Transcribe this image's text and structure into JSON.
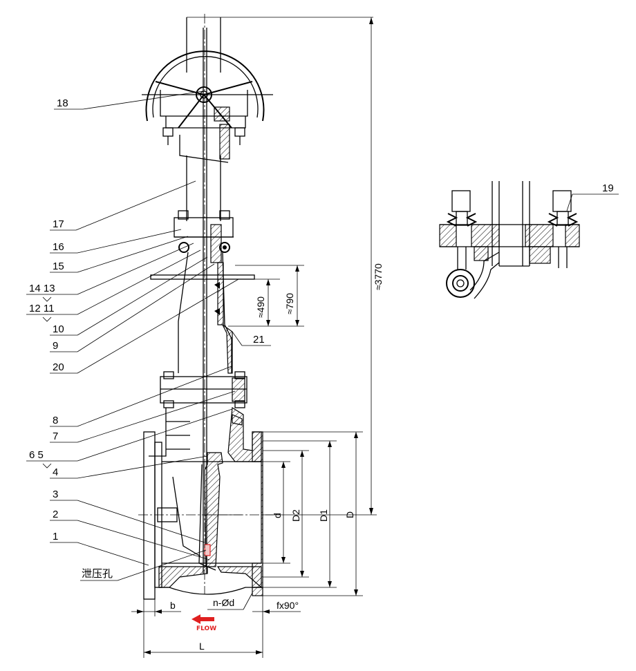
{
  "part_labels": {
    "p18": "18",
    "p17": "17",
    "p16": "16",
    "p15": "15",
    "p14_13": "14 13",
    "p12_11": "12 11",
    "p10": "10",
    "p9": "9",
    "p20": "20",
    "p21": "21",
    "p8": "8",
    "p7": "7",
    "p6_5": "6 5",
    "p4": "4",
    "p3": "3",
    "p2": "2",
    "p1": "1",
    "p19": "19",
    "relief_hole": "泄压孔"
  },
  "dimensions": {
    "height": "≈3770",
    "stroke_upper": "≈790",
    "stroke_lower": "≈490",
    "d": "d",
    "D2": "D2",
    "D1": "D1",
    "D": "D",
    "b": "b",
    "L": "L",
    "bolts": "n-Ød",
    "face": "fx90°"
  },
  "flow": {
    "label": "FLOW",
    "color": "#e02020"
  }
}
